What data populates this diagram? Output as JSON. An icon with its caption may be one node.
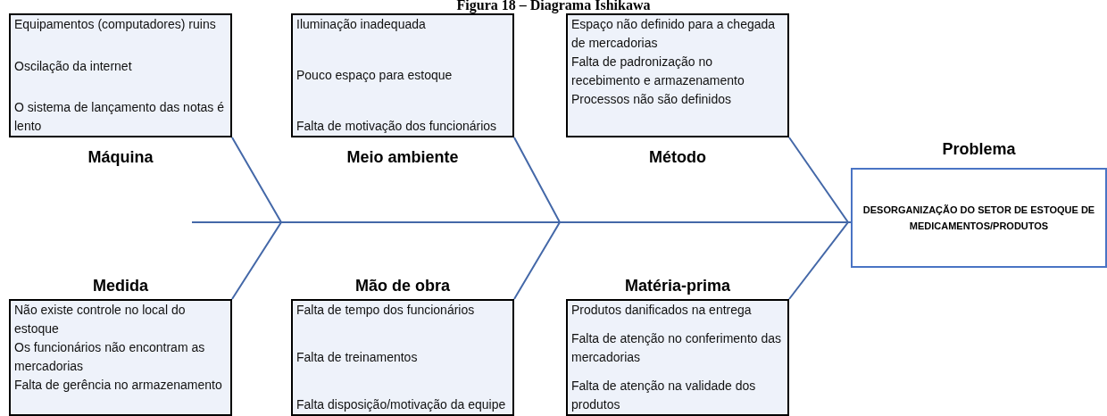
{
  "diagram": {
    "title": "Figura 18 – Diagrama Ishikawa",
    "nodes": [
      {
        "text": [
          "Equipamentos (computadores) ruins",
          "Oscilação da internet",
          "O sistema de lançamento das notas é lento",
          "Máquina"
        ]
      },
      {
        "text": [
          "Iluminação inadequada",
          "Pouco espaço para estoque",
          "Falta de motivação dos funcionários",
          "Meio ambiente"
        ]
      },
      {
        "text": [
          "Espaço não definido para a chegada de mercadorias",
          "Falta de padronização no recebimento e armazenamento",
          "Processos não são definidos",
          "Método"
        ]
      },
      {
        "text": [
          "Problema",
          "DESORGANIZAÇÃO DO SETOR DE ESTOQUE DE MEDICAMENTOS/PRODUTOS"
        ]
      },
      {
        "text": [
          "Medida",
          "Não existe controle no local do estoque",
          "Os funcionários não encontram as mercadorias",
          "Falta de gerência no armazenamento"
        ]
      },
      {
        "text": [
          "Mão de obra",
          "Falta de tempo dos funcionários",
          "Falta de treinamentos",
          "Falta disposição/motivação da equipe"
        ]
      },
      {
        "text": [
          "Matéria-prima",
          "Produtos danificados na entrega",
          "Falta de atenção no conferimento das mercadorias",
          "Falta de atenção na validade dos produtos"
        ]
      }
    ],
    "edges": [
      {
        "from": 0,
        "to": 3,
        "arrow": "none"
      },
      {
        "from": 1,
        "to": 3,
        "arrow": "none"
      },
      {
        "from": 2,
        "to": 3,
        "arrow": "none"
      },
      {
        "from": 4,
        "to": 3,
        "arrow": "none"
      },
      {
        "from": 5,
        "to": 3,
        "arrow": "none"
      },
      {
        "from": 6,
        "to": 3,
        "arrow": "none"
      }
    ]
  }
}
